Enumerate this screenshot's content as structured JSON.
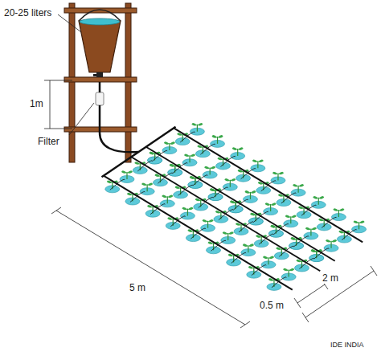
{
  "diagram": {
    "labels": [
      "20-25 liters",
      "1m",
      "Filter",
      "5 m",
      "0.5 m",
      "2 m",
      "IDE INDIA"
    ]
  }
}
